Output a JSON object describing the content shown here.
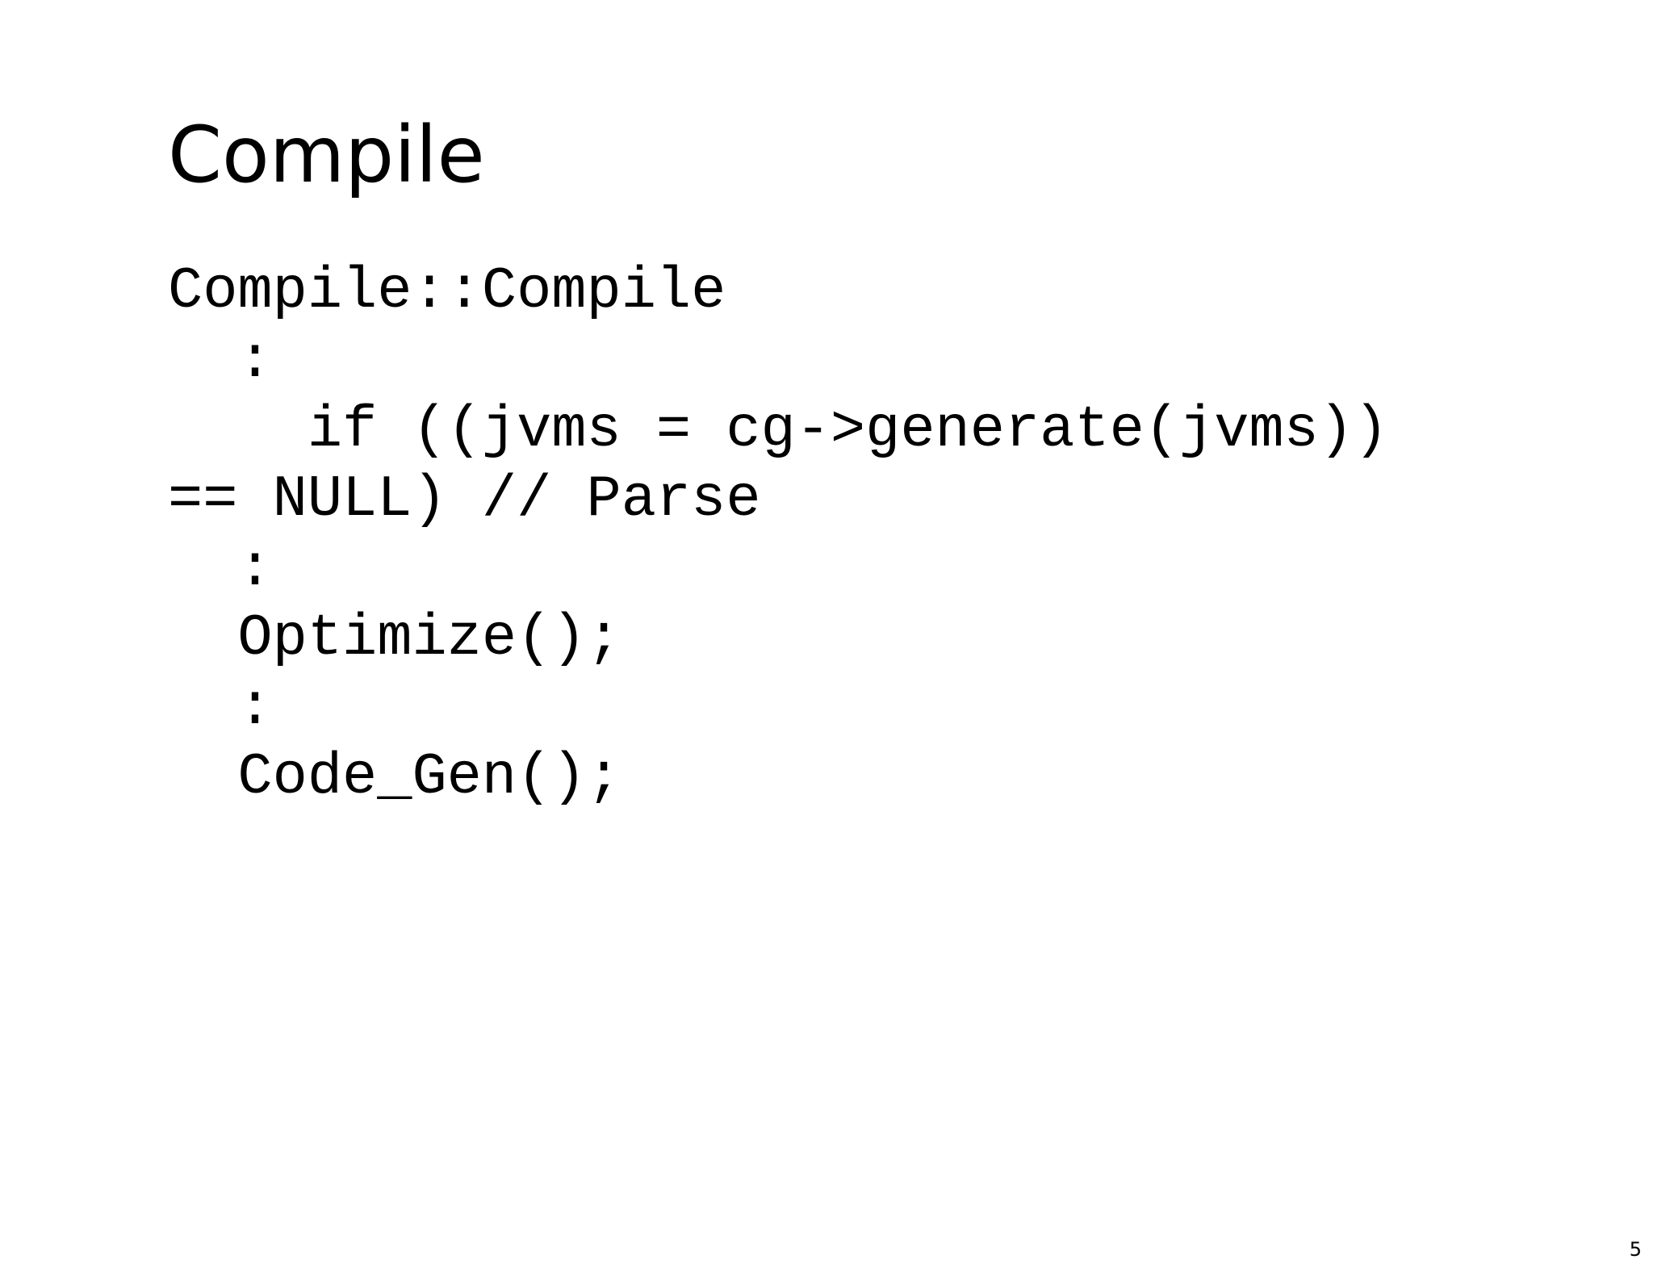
{
  "slide": {
    "title": "Compile",
    "code_lines": [
      "Compile::Compile",
      "  :",
      "    if ((jvms = cg->generate(jvms))",
      "== NULL) // Parse",
      "  :",
      "  Optimize();",
      "  :",
      "  Code_Gen();"
    ],
    "page_number": "5"
  }
}
